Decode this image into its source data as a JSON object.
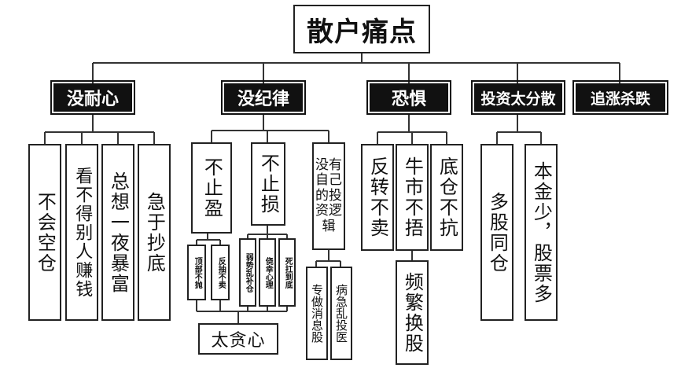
{
  "root": "散户痛点",
  "categories": {
    "c1": "没耐心",
    "c2": "没纪律",
    "c3": "恐惧",
    "c4": "投资太分散",
    "c5": "追涨杀跌"
  },
  "leaves": {
    "c1_a": "不会空仓",
    "c1_b": "看不得别人赚钱",
    "c1_c": "总想一夜暴富",
    "c1_d": "急于抄底",
    "c2_a": "不止盈",
    "c2_b": "不止损",
    "c2_c": "没有自己的投资逻辑",
    "c2_a1": "顶部不抛",
    "c2_a2": "反抽不卖",
    "c2_b1": "弱势乱补仓",
    "c2_b2": "侥幸心理",
    "c2_b3": "死扛到底",
    "c2_c1": "专做消息股",
    "c2_c2": "病急乱投医",
    "c2_ab": "太贪心",
    "c3_a": "反转不卖",
    "c3_b": "牛市不捂",
    "c3_c": "底仓不抗",
    "c3_b1": "频繁换股",
    "c4_a": "多股同仓",
    "c4_b": "本金少，股票多"
  }
}
